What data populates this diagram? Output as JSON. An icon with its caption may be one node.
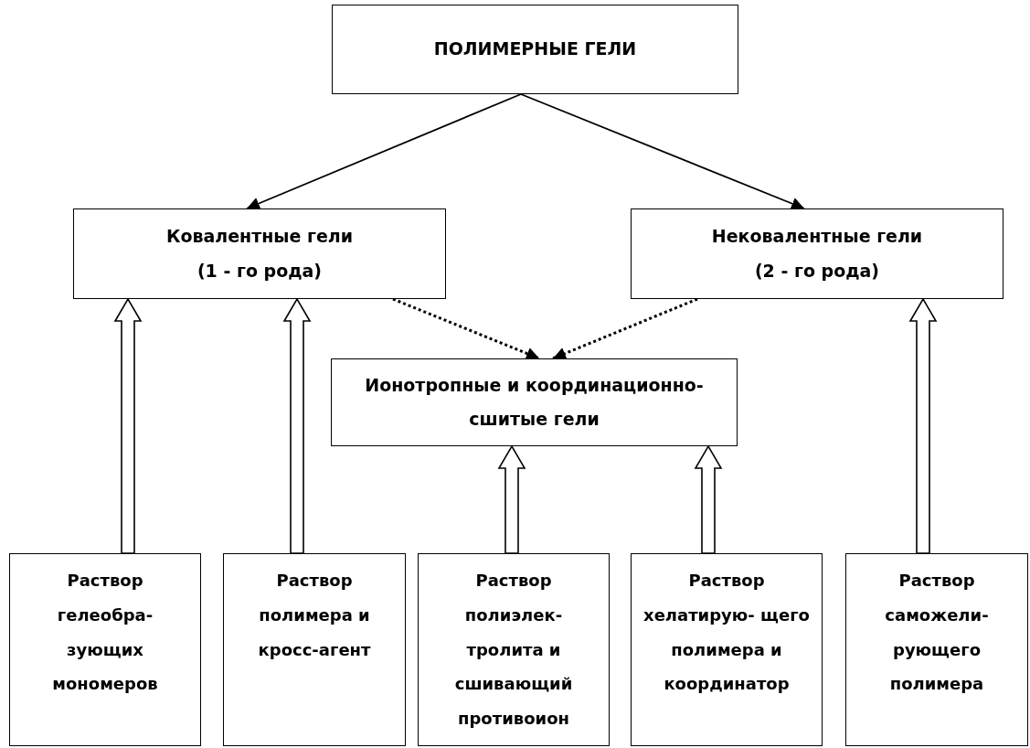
{
  "diagram": {
    "nodes": [
      {
        "text": [
          "ПОЛИМЕРНЫЕ ГЕЛИ"
        ]
      },
      {
        "text": [
          "Ковалентные гели",
          "(1 - го рода)"
        ]
      },
      {
        "text": [
          "Нековалентные гели",
          "(2 - го рода)"
        ]
      },
      {
        "text": [
          "Ионотропные и координационно-сшитые гели"
        ]
      },
      {
        "text": [
          "Раствор гелеобра- зующих мономеров"
        ]
      },
      {
        "text": [
          "Раствор полимера и кросс-агент"
        ]
      },
      {
        "text": [
          "Раствор полиэлек- тролита и сшивающий противоион"
        ]
      },
      {
        "text": [
          "Раствор хелатирую- щего полимера и координатор"
        ]
      },
      {
        "text": [
          "Раствор саможели- рующего полимера"
        ]
      }
    ],
    "edges": [
      {
        "from": 0,
        "to": 1,
        "arrow": "to"
      },
      {
        "from": 0,
        "to": 2,
        "arrow": "to"
      },
      {
        "from": 1,
        "to": 3,
        "arrow": "to",
        "style": "dashed"
      },
      {
        "from": 2,
        "to": 3,
        "arrow": "to",
        "style": "dashed"
      },
      {
        "from": 4,
        "to": 1,
        "arrow": "to",
        "style": "thick"
      },
      {
        "from": 5,
        "to": 1,
        "arrow": "to",
        "style": "thick"
      },
      {
        "from": 6,
        "to": 3,
        "arrow": "to",
        "style": "thick"
      },
      {
        "from": 7,
        "to": 3,
        "arrow": "to",
        "style": "thick"
      },
      {
        "from": 8,
        "to": 2,
        "arrow": "to",
        "style": "thick"
      }
    ]
  }
}
